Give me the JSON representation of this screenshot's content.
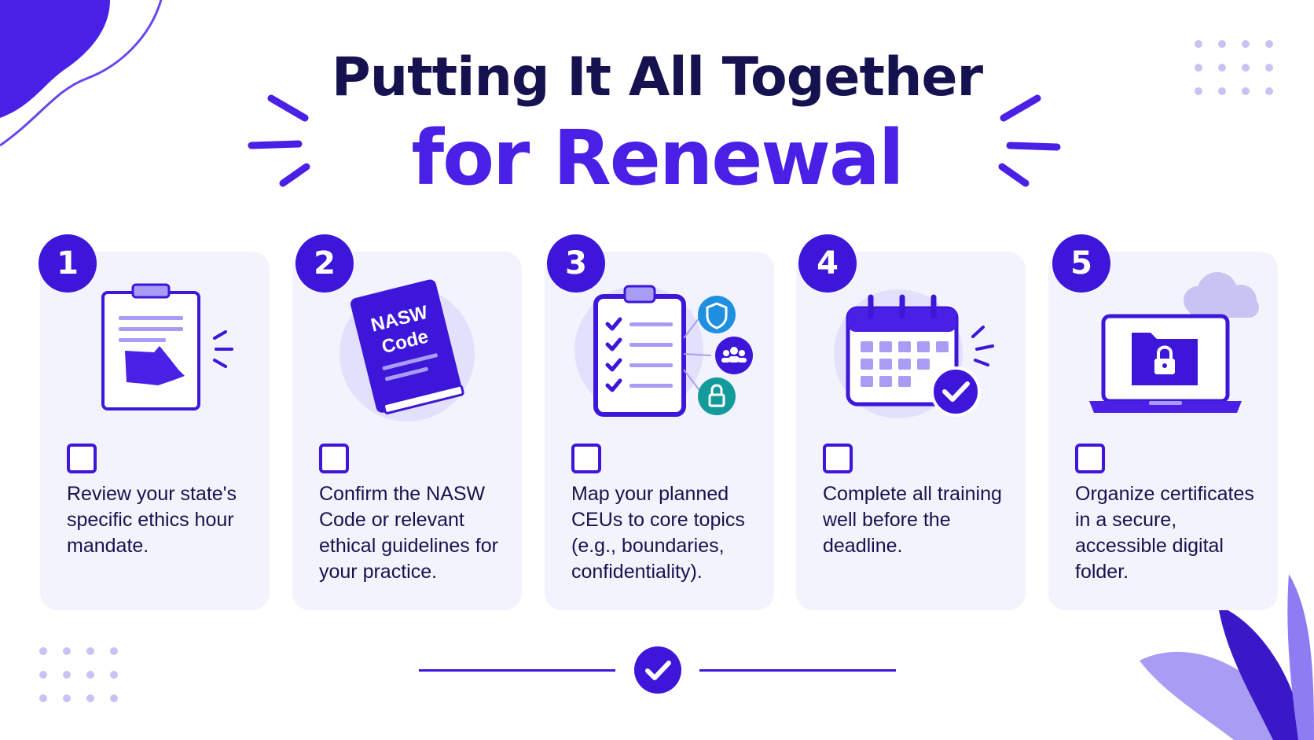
{
  "title": {
    "line1": "Putting It All Together",
    "line2": "for Renewal"
  },
  "steps": [
    {
      "number": "1",
      "text": "Review your state's specific ethics hour mandate.",
      "checked": false,
      "icon": "clipboard-map-icon"
    },
    {
      "number": "2",
      "text": "Confirm the NASW Code or relevant ethical guidelines for your practice.",
      "checked": false,
      "icon": "book-icon",
      "icon_label_line1": "NASW",
      "icon_label_line2": "Code"
    },
    {
      "number": "3",
      "text": "Map your planned CEUs to core topics (e.g., boundaries, confidentiality).",
      "checked": false,
      "icon": "checklist-icon"
    },
    {
      "number": "4",
      "text": "Complete all training well before the deadline.",
      "checked": false,
      "icon": "calendar-check-icon"
    },
    {
      "number": "5",
      "text": "Organize certificates in a secure, accessible digital folder.",
      "checked": false,
      "icon": "laptop-folder-lock-icon"
    }
  ],
  "colors": {
    "primary": "#3d16d9",
    "accent": "#4a1fe6",
    "title_dark": "#16124f",
    "card_bg": "#f3f3fd",
    "teal": "#139a9a",
    "blue": "#1f8fe0",
    "lavender": "#a99cf5"
  }
}
